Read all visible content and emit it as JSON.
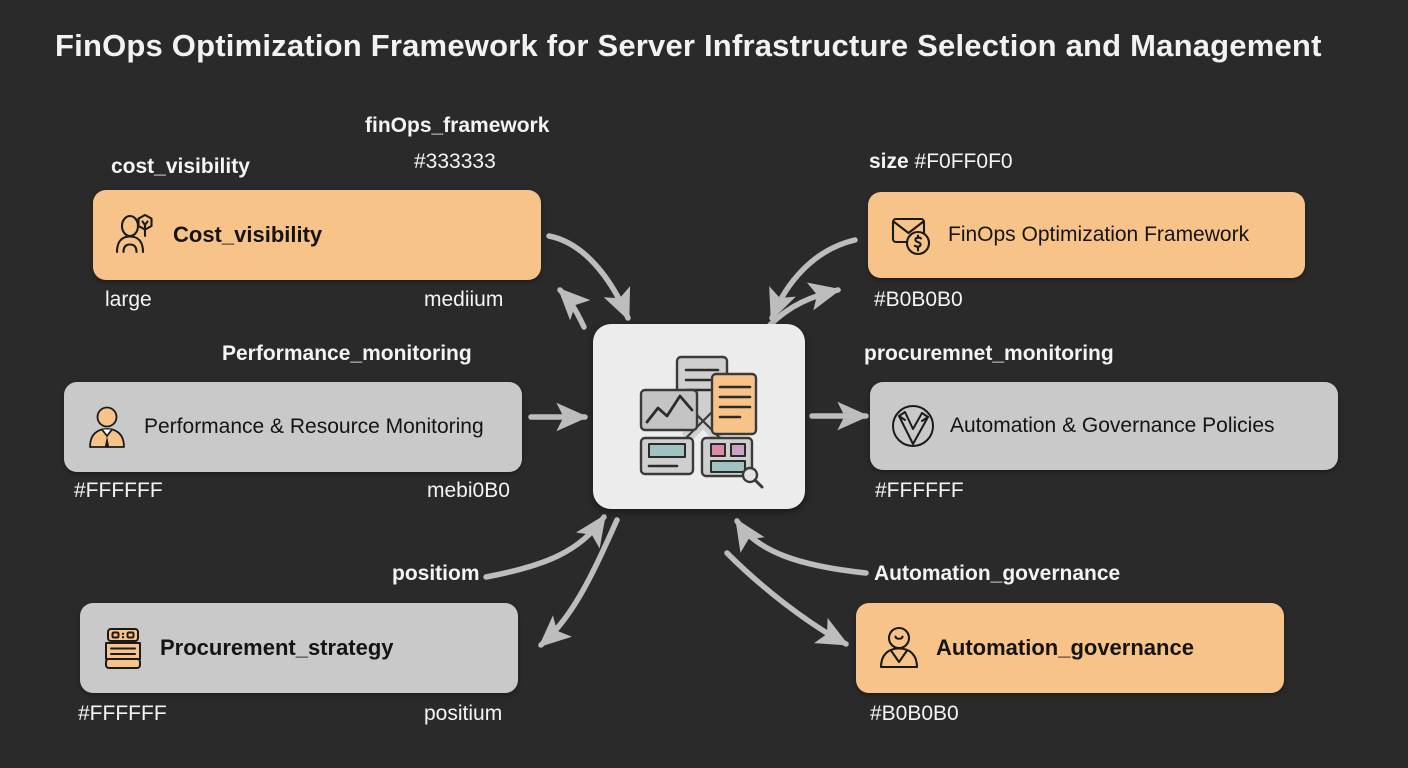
{
  "page": {
    "title": "FinOps Optimization Framework for Server Infrastructure Selection and Management",
    "background_color": "#2a2a2a",
    "accent_orange": "#F8C389",
    "node_gray": "#C9C9C9",
    "edge_color": "#BDBDBD",
    "text_color": "#F4F4F4"
  },
  "hub": {
    "name": "central-dashboard-hub",
    "icon": "documents-charts-dashboard-icon"
  },
  "nodes": [
    {
      "id": "cost_visibility",
      "label": "Cost_visibility",
      "icon": "person-with-badge-icon",
      "style": "orange",
      "bold": true,
      "top_key": "cost_visibility",
      "bottom_left": "large",
      "bottom_right": "mediium"
    },
    {
      "id": "finops_framework",
      "label": "FinOps Optimization Framework",
      "icon": "envelope-dollar-icon",
      "style": "orange",
      "bold": false,
      "top_key": "size",
      "top_value": "#F0FF0F0",
      "bottom_left": "#B0B0B0"
    },
    {
      "id": "performance_monitoring",
      "label": "Performance & Resource Monitoring",
      "icon": "business-person-icon",
      "style": "gray",
      "bold": false,
      "top_key": "Performance_monitoring",
      "bottom_left": "#FFFFFF",
      "bottom_right": "mebi0B0"
    },
    {
      "id": "procuremnet_monitoring",
      "label": "Automation & Governance Policies",
      "icon": "circle-check-swoosh-icon",
      "style": "gray",
      "bold": false,
      "top_key": "procuremnet_monitoring",
      "bottom_left": "#FFFFFF"
    },
    {
      "id": "procurement_strategy",
      "label": "Procurement_strategy",
      "icon": "server-rack-icon",
      "style": "gray",
      "bold": true,
      "top_key": "positiom",
      "bottom_left": "#FFFFFF",
      "bottom_right": "positium"
    },
    {
      "id": "automation_governance",
      "label": "Automation_governance",
      "icon": "person-smile-icon",
      "style": "orange",
      "bold": true,
      "top_key": "Automation_governance",
      "bottom_left": "#B0B0B0"
    }
  ],
  "floating_labels": {
    "finops_framework_key": "finOps_framework",
    "finops_framework_value": "#333333"
  },
  "edges": [
    {
      "from": "hub",
      "to": "cost_visibility",
      "type": "bidirectional-curve"
    },
    {
      "from": "hub",
      "to": "finops_framework",
      "type": "bidirectional-curve"
    },
    {
      "from": "performance_monitoring",
      "to": "hub",
      "type": "straight-arrow"
    },
    {
      "from": "hub",
      "to": "procuremnet_monitoring",
      "type": "straight-arrow"
    },
    {
      "from": "hub",
      "to": "procurement_strategy",
      "type": "bidirectional-curve"
    },
    {
      "from": "hub",
      "to": "automation_governance",
      "type": "bidirectional-curve"
    }
  ]
}
